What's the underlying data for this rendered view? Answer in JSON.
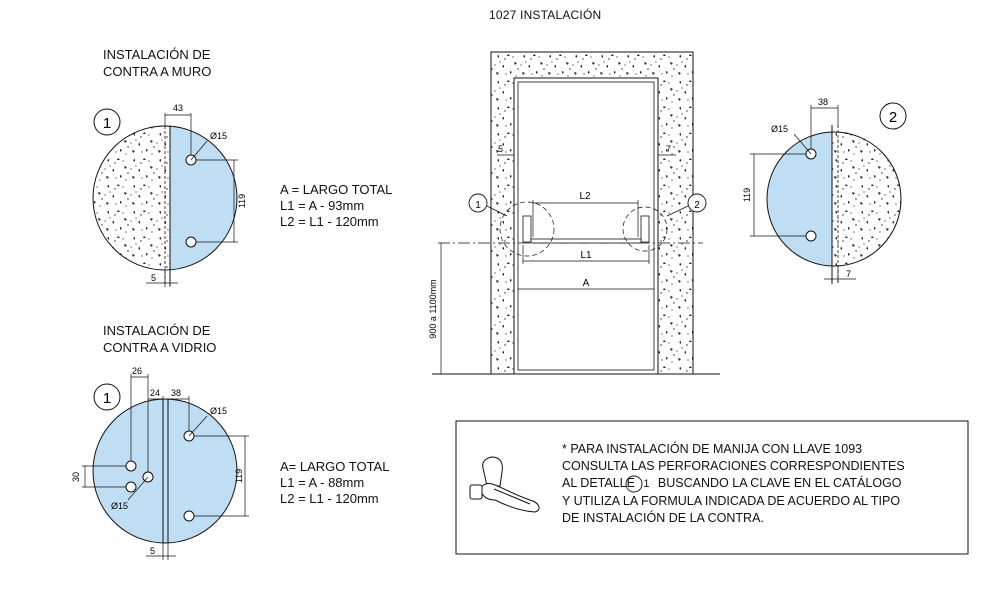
{
  "page_title": "1027 INSTALACIÓN",
  "wall_install": {
    "heading_line1": "INSTALACIÓN  DE",
    "heading_line2": "CONTRA A MURO",
    "detail_number": "1",
    "dims": {
      "width_43": "43",
      "hole_dia": "Ø15",
      "height_119": "119",
      "offset_5": "5"
    },
    "formula": [
      "A = LARGO TOTAL",
      "L1 = A - 93mm",
      "L2 = L1 - 120mm"
    ]
  },
  "glass_install": {
    "heading_line1": "INSTALACIÓN  DE",
    "heading_line2": "CONTRA A VIDRIO",
    "detail_number": "1",
    "dims": {
      "d26": "26",
      "d24": "24",
      "d38": "38",
      "hole_dia_top": "Ø15",
      "hole_dia_left": "Ø15",
      "d30": "30",
      "height_119": "119",
      "offset_5": "5"
    },
    "formula": [
      "A= LARGO TOTAL",
      "L1 = A - 88mm",
      "L2 = L1 - 120mm"
    ]
  },
  "door": {
    "callout_left": "1",
    "callout_right": "2",
    "dim_5": "5",
    "dim_7": "7",
    "L2": "L2",
    "L1": "L1",
    "A": "A",
    "height_range": "900 a 1100mm"
  },
  "detail_2": {
    "detail_number": "2",
    "dims": {
      "d38": "38",
      "hole_dia": "Ø15",
      "height_119": "119",
      "d7": "7"
    }
  },
  "note": {
    "line1": "* PARA INSTALACIÓN DE MANIJA CON LLAVE 1093",
    "line2": "CONSULTA LAS PERFORACIONES CORRESPONDIENTES",
    "line3_pre": "AL DETALLE",
    "line3_num": "1",
    "line3_post": "BUSCANDO  LA CLAVE EN EL CATÁLOGO",
    "line4": "Y UTILIZA LA FORMULA INDICADA DE ACUERDO AL TIPO",
    "line5": "DE INSTALACIÓN DE LA CONTRA."
  },
  "colors": {
    "glass_fill": "#c0def3",
    "line": "#111111"
  }
}
